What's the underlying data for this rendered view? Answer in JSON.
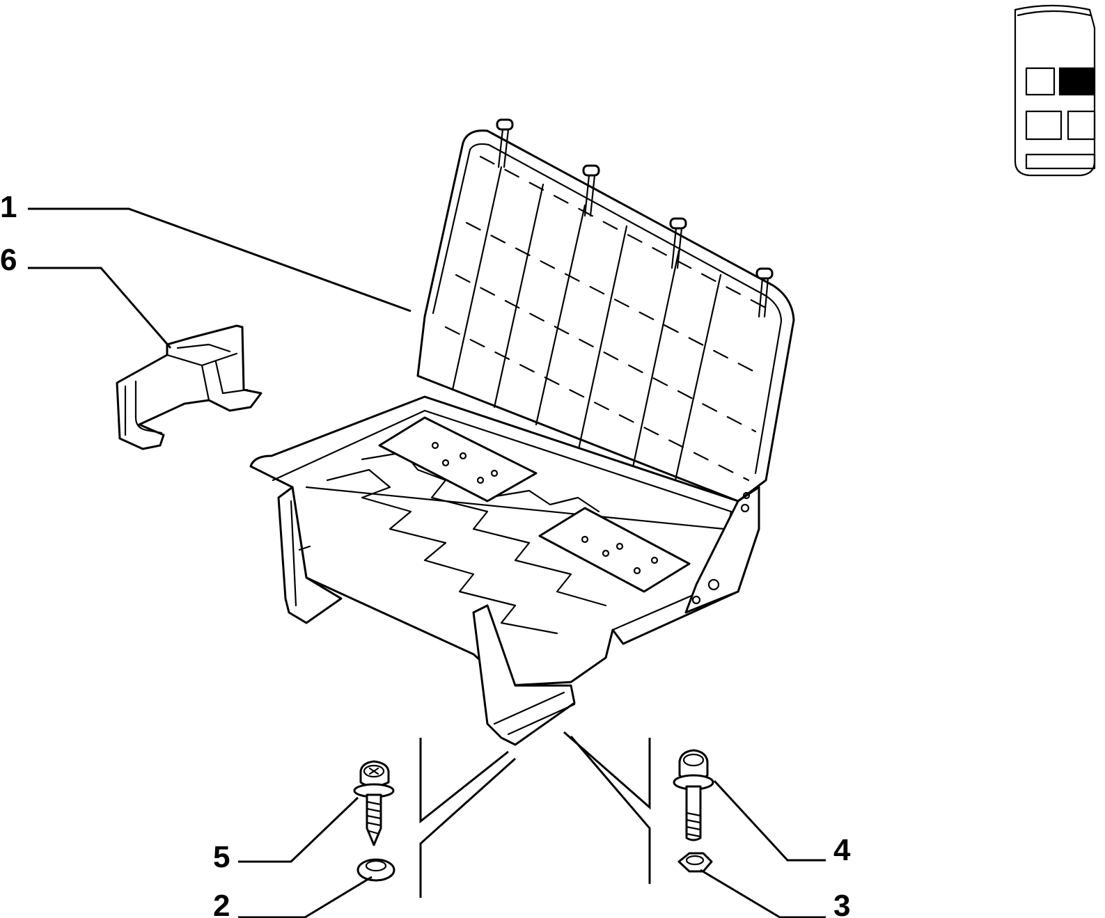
{
  "callouts": [
    {
      "id": "1",
      "label": "1"
    },
    {
      "id": "2",
      "label": "2"
    },
    {
      "id": "3",
      "label": "3"
    },
    {
      "id": "4",
      "label": "4"
    },
    {
      "id": "5",
      "label": "5"
    },
    {
      "id": "6",
      "label": "6"
    }
  ],
  "locator": {
    "icon": "vehicle-seat-locator-icon",
    "highlighted_color": "#000000"
  }
}
